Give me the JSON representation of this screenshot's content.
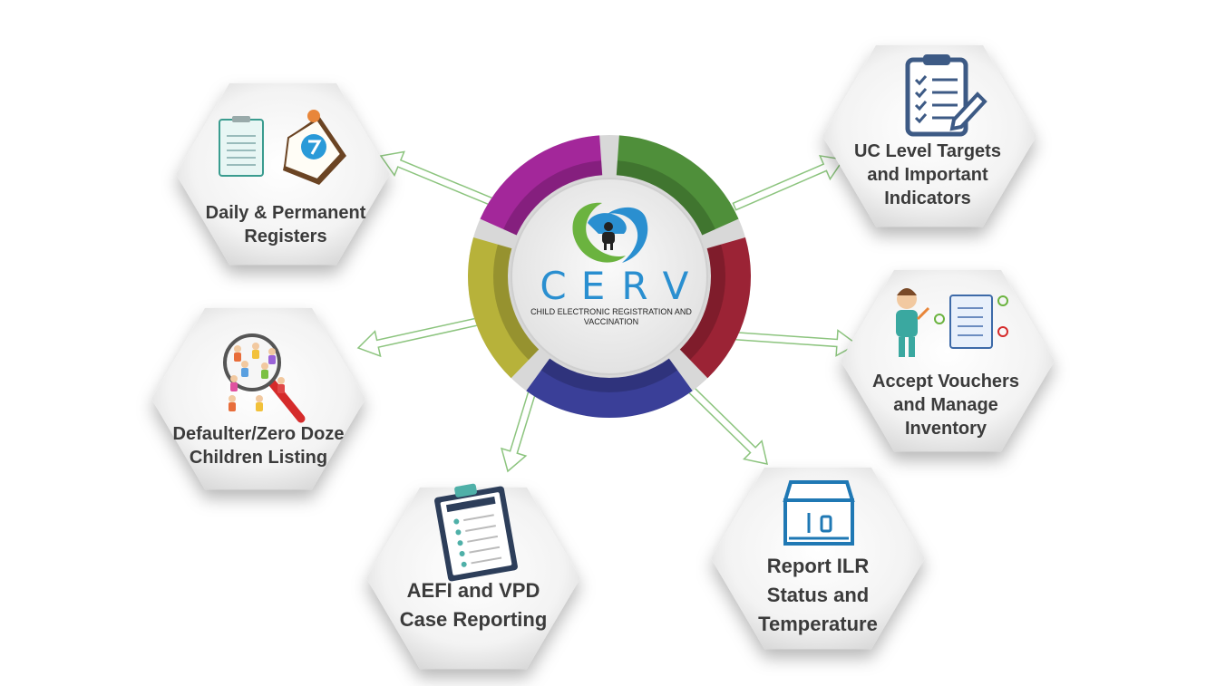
{
  "logo": {
    "letters": [
      "C",
      "E",
      "R",
      "V"
    ],
    "subtitle_line1": "CHILD ELECTRONIC REGISTRATION AND",
    "subtitle_line2": "VACCINATION"
  },
  "ring_colors": {
    "purple": "#a3279a",
    "green": "#4f8f3a",
    "red": "#9b2335",
    "blue": "#3a3f98",
    "olive": "#b7b23a",
    "cerv_blue": "#2a8fd0"
  },
  "arrow_color": "#8cc47e",
  "features": [
    {
      "id": "daily-permanent-registers",
      "icon": "registers-icon",
      "lines": [
        "Daily & Permanent",
        "Registers"
      ]
    },
    {
      "id": "uc-level-targets",
      "icon": "clipboard-checklist-icon",
      "lines": [
        "UC Level Targets",
        "and Important",
        "Indicators"
      ]
    },
    {
      "id": "defaulter-zero-doze",
      "icon": "magnifier-children-icon",
      "lines": [
        "Defaulter/Zero Doze",
        "Children Listing"
      ]
    },
    {
      "id": "accept-vouchers",
      "icon": "doctor-document-icon",
      "lines": [
        "Accept Vouchers",
        "and Manage",
        "Inventory"
      ]
    },
    {
      "id": "aefi-vpd-reporting",
      "icon": "registration-clipboard-icon",
      "lines": [
        "AEFI and VPD",
        "Case Reporting"
      ]
    },
    {
      "id": "report-ilr-status",
      "icon": "ilr-fridge-icon",
      "lines": [
        "Report ILR",
        "Status and",
        "Temperature"
      ]
    }
  ]
}
